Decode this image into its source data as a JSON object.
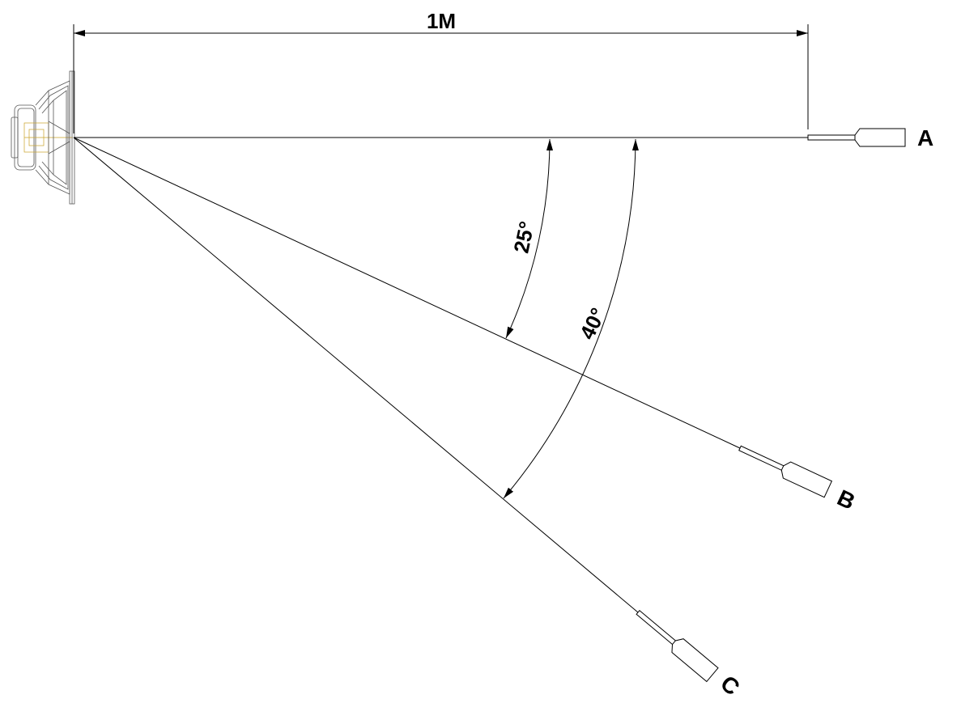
{
  "diagram": {
    "distance_label": "1M",
    "angle_b_label": "25°",
    "angle_c_label": "40°",
    "mic_a_label": "A",
    "mic_b_label": "B",
    "mic_c_label": "C"
  },
  "colors": {
    "line": "#000000",
    "speaker_outline": "#555555",
    "speaker_accent": "#c9a227"
  }
}
